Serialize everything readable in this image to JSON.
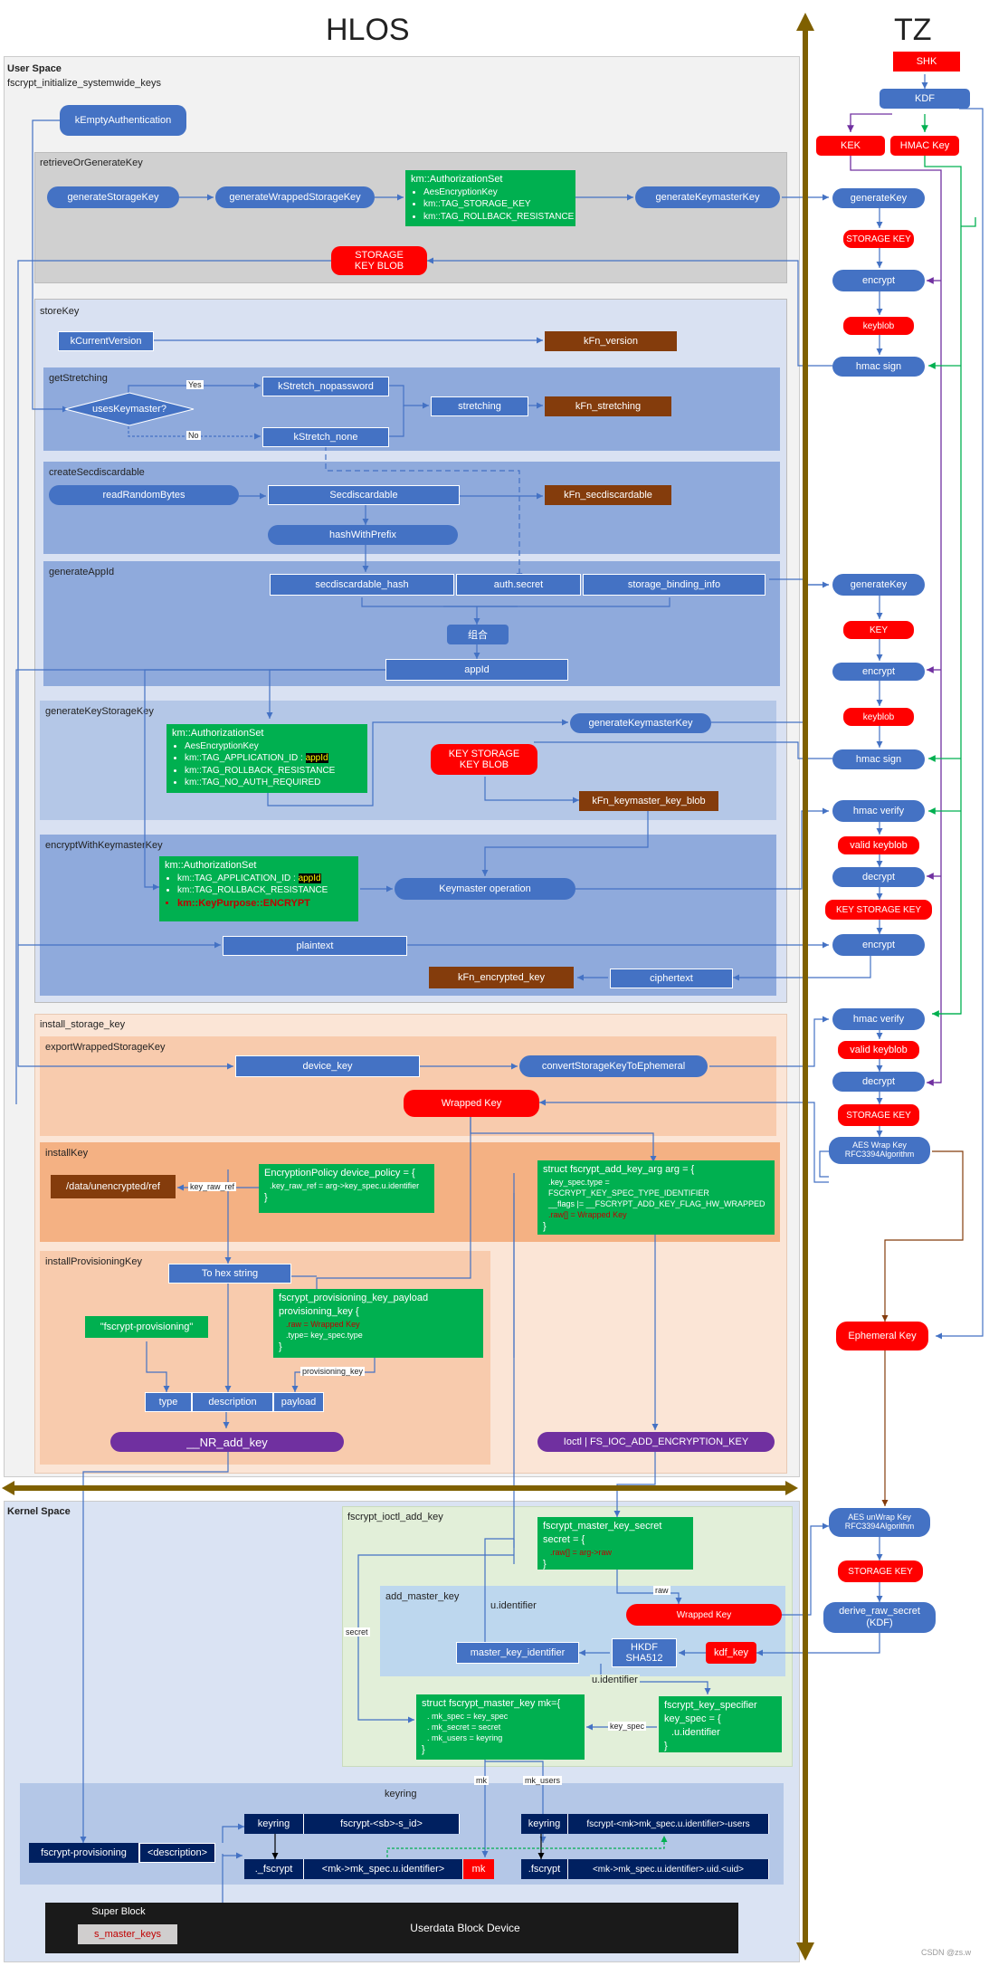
{
  "headers": {
    "hlos": "HLOS",
    "tz": "TZ"
  },
  "spaces": {
    "user": "User Space",
    "kernel": "Kernel Space"
  },
  "entry": "fscrypt_initialize_systemwide_keys",
  "kEmptyAuthentication": "kEmptyAuthentication",
  "retrieve": {
    "title": "retrieveOrGenerateKey",
    "generateStorageKey": "generateStorageKey",
    "generateWrappedStorageKey": "generateWrappedStorageKey",
    "authset_title": "km::AuthorizationSet",
    "authset_items": [
      "AesEncryptionKey",
      "km::TAG_STORAGE_KEY",
      "km::TAG_ROLLBACK_RESISTANCE"
    ],
    "generateKeymasterKey": "generateKeymasterKey",
    "blob": "STORAGE KEY BLOB"
  },
  "storeKey": {
    "title": "storeKey",
    "kCurrentVersion": "kCurrentVersion",
    "kFn_version": "kFn_version",
    "getStretching": "getStretching",
    "usesKeymaster": "usesKeymaster?",
    "yes": "Yes",
    "no": "No",
    "kStretch_nopassword": "kStretch_nopassword",
    "kStretch_none": "kStretch_none",
    "stretching": "stretching",
    "kFn_stretching": "kFn_stretching",
    "createSecdiscardable": "createSecdiscardable",
    "readRandomBytes": "readRandomBytes",
    "Secdiscardable": "Secdiscardable",
    "kFn_secdiscardable": "kFn_secdiscardable",
    "hashWithPrefix": "hashWithPrefix",
    "generateAppId": "generateAppId",
    "secdiscardable_hash": "secdiscardable_hash",
    "auth_secret": "auth.secret",
    "storage_binding_info": "storage_binding_info",
    "combine": "组合",
    "appId": "appId",
    "generateKeyStorageKey": "generateKeyStorageKey",
    "authset2_title": "km::AuthorizationSet",
    "authset2_items": [
      "AesEncryptionKey",
      "km::TAG_APPLICATION_ID",
      "km::TAG_ROLLBACK_RESISTANCE",
      "km::TAG_NO_AUTH_REQUIRED"
    ],
    "authset2_hl": "appId",
    "generateKeymasterKey2": "generateKeymasterKey",
    "ksk_blob": "KEY STORAGE KEY BLOB",
    "kFn_keymaster_key_blob": "kFn_keymaster_key_blob",
    "encryptWithKeymasterKey": "encryptWithKeymasterKey",
    "authset3_title": "km::AuthorizationSet",
    "authset3_items": [
      "km::TAG_APPLICATION_ID",
      "km::TAG_ROLLBACK_RESISTANCE"
    ],
    "authset3_hl": "appId",
    "authset3_red": "km::KeyPurpose::ENCRYPT",
    "keymaster_operation": "Keymaster operation",
    "plaintext": "plaintext",
    "kFn_encrypted_key": "kFn_encrypted_key",
    "ciphertext": "ciphertext"
  },
  "install": {
    "title": "install_storage_key",
    "exportWrappedStorageKey": "exportWrappedStorageKey",
    "device_key": "device_key",
    "convert": "convertStorageKeyToEphemeral",
    "wrapped_key": "Wrapped Key",
    "installKey": "installKey",
    "unencrypted_ref": "/data/unencrypted/ref",
    "key_raw_ref": "key_raw_ref",
    "policy_l1": "EncryptionPolicy device_policy = {",
    "policy_l2": ".key_raw_ref = arg->key_spec.u.identifier",
    "policy_l3": "}",
    "arg_l1": "struct fscrypt_add_key_arg arg = {",
    "arg_l2": ".key_spec.type = FSCRYPT_KEY_SPEC_TYPE_IDENTIFIER",
    "arg_l3": "__flags |= __FSCRYPT_ADD_KEY_FLAG_HW_WRAPPED",
    "arg_l4": ".raw[] = Wrapped Key",
    "arg_l5": "}",
    "installProvisioningKey": "installProvisioningKey",
    "to_hex": "To hex string",
    "fscrypt_provisioning": "\"fscrypt-provisioning\"",
    "prov_l1": "fscrypt_provisioning_key_payload",
    "prov_l2": "provisioning_key {",
    "prov_l3": ".raw = Wrapped Key",
    "prov_l4": ".type= key_spec.type",
    "prov_l5": "}",
    "provisioning_key": "provisioning_key",
    "type": "type",
    "description": "description",
    "payload": "payload",
    "nr_add_key": "__NR_add_key",
    "ioctl": "Ioctl | FS_IOC_ADD_ENCRYPTION_KEY"
  },
  "kernel": {
    "fscrypt_ioctl_add_key": "fscrypt_ioctl_add_key",
    "secret_l1": "fscrypt_master_key_secret",
    "secret_l2": "secret = {",
    "secret_l3": ".raw[] = arg->raw",
    "secret_l4": "}",
    "raw": "raw",
    "add_master_key": "add_master_key",
    "u_identifier": "u.identifier",
    "secret": "secret",
    "wrapped_key": "Wrapped Key",
    "master_key_identifier": "master_key_identifier",
    "hkdf": "HKDF SHA512",
    "kdf_key": "kdf_key",
    "u_identifier2": "u.identifier",
    "mk_l1": "struct fscrypt_master_key mk={",
    "mk_l2": ". mk_spec    = key_spec",
    "mk_l3": ". mk_secret = secret",
    "mk_l4": ". mk_users   = keyring",
    "mk_l5": "}",
    "key_spec_lbl": "key_spec",
    "spec_l1": "fscrypt_key_specifier",
    "spec_l2": "key_spec = {",
    "spec_l3": ".u.identifier",
    "spec_l4": "}",
    "mk": "mk",
    "mk_users": "mk_users",
    "keyring_title": "keyring",
    "fscrypt_provisioning": "fscrypt-provisioning",
    "description": "<description>",
    "keyring1": "keyring",
    "keyring1_val": "fscrypt-<sb>-s_id>",
    "fscrypt_dot": "._fscrypt",
    "mk_spec": "<mk->mk_spec.u.identifier>",
    "mk_red": "mk",
    "keyring2": "keyring",
    "keyring2_val": "fscrypt-<mk>mk_spec.u.identifier>-users",
    "fscrypt2": ".fscrypt",
    "mk_spec2": "<mk->mk_spec.u.identifier>.uid.<uid>",
    "super_block": "Super Block",
    "s_master_keys": "s_master_keys",
    "userdata": "Userdata Block Device"
  },
  "tz": {
    "shk": "SHK",
    "kdf": "KDF",
    "kek": "KEK",
    "hmac_key": "HMAC Key",
    "generateKey": "generateKey",
    "storage_key": "STORAGE KEY",
    "encrypt": "encrypt",
    "keyblob": "keyblob",
    "hmac_sign": "hmac sign",
    "generateKey2": "generateKey",
    "key": "KEY",
    "encrypt2": "encrypt",
    "keyblob2": "keyblob",
    "hmac_sign2": "hmac sign",
    "hmac_verify": "hmac verify",
    "valid_keyblob": "valid keyblob",
    "decrypt": "decrypt",
    "key_storage_key": "KEY STORAGE KEY",
    "encrypt3": "encrypt",
    "hmac_verify2": "hmac verify",
    "valid_keyblob2": "valid keyblob",
    "decrypt2": "decrypt",
    "storage_key2": "STORAGE KEY",
    "aes_wrap": "AES Wrap Key RFC3394Algorithm",
    "ephemeral": "Ephemeral Key",
    "aes_unwrap": "AES unWrap Key RFC3394Algorithm",
    "storage_key3": "STORAGE KEY",
    "derive": "derive_raw_secret (KDF)"
  },
  "watermark": "CSDN @zs.w"
}
